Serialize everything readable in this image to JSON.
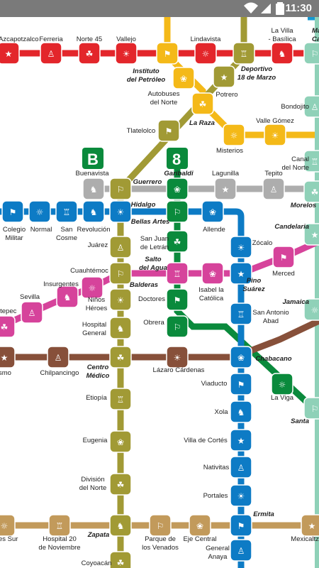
{
  "status_bar": {
    "time": "11:30",
    "icons": [
      "wifi-icon",
      "signal-icon",
      "battery-icon"
    ]
  },
  "line_colors": {
    "red": "#e3262b",
    "yellow": "#f4b918",
    "olive": "#a19a35",
    "green": "#0a8a3c",
    "gray": "#adadad",
    "blue": "#0d7bc5",
    "pink": "#d6439b",
    "brown": "#87503a",
    "tan": "#c29a5b",
    "mint": "#8fd1b8",
    "lightblue": "#1699d3"
  },
  "line_badges": [
    {
      "id": "badge-b",
      "text": "B",
      "color": "#0a8a3c"
    },
    {
      "id": "badge-8",
      "text": "8",
      "color": "#0a8a3c"
    }
  ],
  "stations": [
    {
      "id": "azcapotzalco",
      "name": "Azcapotzalco"
    },
    {
      "id": "ferreria",
      "name": "Ferreria"
    },
    {
      "id": "norte45",
      "name": "Norte 45"
    },
    {
      "id": "vallejo",
      "name": "Vallejo"
    },
    {
      "id": "instituto-petroleo",
      "name": "Instituto del Petróleo"
    },
    {
      "id": "lindavista",
      "name": "Lindavista"
    },
    {
      "id": "deportivo-18",
      "name": "Deportivo 18 de Marzo"
    },
    {
      "id": "la-villa",
      "name": "La Villa - Basílica"
    },
    {
      "id": "martin-carrera",
      "name": "Ma Ca"
    },
    {
      "id": "autobuses-norte",
      "name": "Autobuses del Norte"
    },
    {
      "id": "potrero",
      "name": "Potrero"
    },
    {
      "id": "bondojito",
      "name": "Bondojito"
    },
    {
      "id": "la-raza",
      "name": "La Raza"
    },
    {
      "id": "valle-gomez",
      "name": "Valle Gómez"
    },
    {
      "id": "tlatelolco",
      "name": "Tlatelolco"
    },
    {
      "id": "misterios",
      "name": "Misterios"
    },
    {
      "id": "canal-norte",
      "name": "Canal del Norte"
    },
    {
      "id": "buenavista",
      "name": "Buenavista"
    },
    {
      "id": "guerrero",
      "name": "Guerrero"
    },
    {
      "id": "garibaldi",
      "name": "Garibaldi"
    },
    {
      "id": "lagunilla",
      "name": "Lagunilla"
    },
    {
      "id": "tepito",
      "name": "Tepito"
    },
    {
      "id": "morelos",
      "name": "Morelos"
    },
    {
      "id": "hidalgo",
      "name": "Hidalgo"
    },
    {
      "id": "colegio-militar",
      "name": "Colegio Militar"
    },
    {
      "id": "normal",
      "name": "Normal"
    },
    {
      "id": "san-cosme",
      "name": "San Cosme"
    },
    {
      "id": "revolucion",
      "name": "Revolución"
    },
    {
      "id": "bellas-artes",
      "name": "Bellas Artes"
    },
    {
      "id": "allende",
      "name": "Allende"
    },
    {
      "id": "candelaria",
      "name": "Candelaria"
    },
    {
      "id": "juarez",
      "name": "Juárez"
    },
    {
      "id": "san-juan-letran",
      "name": "San Juan de Letrán"
    },
    {
      "id": "zocalo",
      "name": "Zócalo"
    },
    {
      "id": "merced",
      "name": "Merced"
    },
    {
      "id": "cuauhtemoc",
      "name": "Cuauhtémoc"
    },
    {
      "id": "salto-agua",
      "name": "Salto del Agua"
    },
    {
      "id": "insurgentes",
      "name": "Insurgentes"
    },
    {
      "id": "balderas",
      "name": "Balderas"
    },
    {
      "id": "isabel-catolica",
      "name": "Isabel la Católica"
    },
    {
      "id": "pino-suarez",
      "name": "Pino Suárez"
    },
    {
      "id": "sevilla",
      "name": "Sevilla"
    },
    {
      "id": "chapultepec",
      "name": "ltepec"
    },
    {
      "id": "ninos-heroes",
      "name": "Niños Héroes"
    },
    {
      "id": "doctores",
      "name": "Doctores"
    },
    {
      "id": "jamaica",
      "name": "Jamaica"
    },
    {
      "id": "san-antonio-abad",
      "name": "San Antonio Abad"
    },
    {
      "id": "hospital-general",
      "name": "Hospital General"
    },
    {
      "id": "obrera",
      "name": "Obrera"
    },
    {
      "id": "chabacano",
      "name": "Chabacano"
    },
    {
      "id": "patriotismo",
      "name": "smo"
    },
    {
      "id": "chilpancingo",
      "name": "Chilpancingo"
    },
    {
      "id": "centro-medico",
      "name": "Centro Médico"
    },
    {
      "id": "lazaro-cardenas",
      "name": "Lázaro Cárdenas"
    },
    {
      "id": "viaducto",
      "name": "Viaducto"
    },
    {
      "id": "la-viga",
      "name": "La Viga"
    },
    {
      "id": "etiopia",
      "name": "Etiopía"
    },
    {
      "id": "xola",
      "name": "Xola"
    },
    {
      "id": "santa-anita",
      "name": "Santa"
    },
    {
      "id": "eugenia",
      "name": "Eugenia"
    },
    {
      "id": "villa-cortes",
      "name": "Villa de Cortés"
    },
    {
      "id": "nativitas",
      "name": "Nativitas"
    },
    {
      "id": "division-norte",
      "name": "División del Norte"
    },
    {
      "id": "portales",
      "name": "Portales"
    },
    {
      "id": "ermita",
      "name": "Ermita"
    },
    {
      "id": "barranca",
      "name": "es Sur"
    },
    {
      "id": "hospital-20",
      "name": "Hospital 20 de Noviembre"
    },
    {
      "id": "zapata",
      "name": "Zapata"
    },
    {
      "id": "parque-venados",
      "name": "Parque de los Venados"
    },
    {
      "id": "eje-central",
      "name": "Eje Central"
    },
    {
      "id": "mexicaltzingo",
      "name": "Mexicaltzi"
    },
    {
      "id": "general-anaya",
      "name": "General Anaya"
    },
    {
      "id": "coyoacan",
      "name": "Coyoacán"
    }
  ]
}
